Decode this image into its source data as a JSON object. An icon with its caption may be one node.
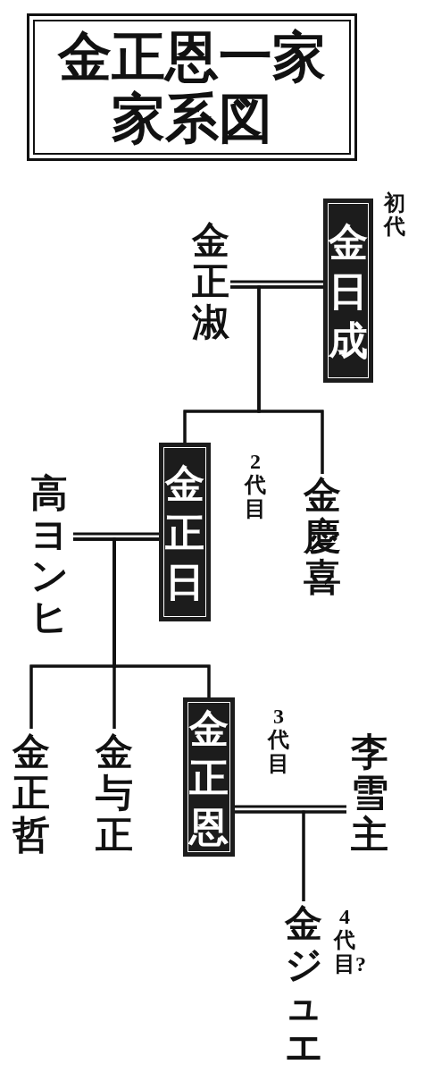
{
  "diagram": {
    "title": "金正恩一家家系図",
    "nodes": [
      {
        "text": [
          "金日成"
        ],
        "beside": [
          "初代"
        ]
      },
      {
        "text": [
          "金正淑"
        ]
      },
      {
        "text": [
          "金正日"
        ],
        "beside": [
          "2代目"
        ]
      },
      {
        "text": [
          "金慶喜"
        ]
      },
      {
        "text": [
          "高ヨンヒ"
        ]
      },
      {
        "text": [
          "金正哲"
        ]
      },
      {
        "text": [
          "金与正"
        ]
      },
      {
        "text": [
          "金正恩"
        ],
        "beside": [
          "3代目"
        ]
      },
      {
        "text": [
          "李雪主"
        ]
      },
      {
        "text": [
          "金ジュエ"
        ],
        "beside": [
          "4代目?"
        ]
      }
    ],
    "edges": [
      {
        "from": 1,
        "to": 0,
        "arrow": "none"
      },
      {
        "from": 0,
        "to": 2,
        "arrow": "none"
      },
      {
        "from": 1,
        "to": 2,
        "arrow": "none"
      },
      {
        "from": 0,
        "to": 3,
        "arrow": "none"
      },
      {
        "from": 1,
        "to": 3,
        "arrow": "none"
      },
      {
        "from": 4,
        "to": 2,
        "arrow": "none"
      },
      {
        "from": 2,
        "to": 5,
        "arrow": "none"
      },
      {
        "from": 4,
        "to": 5,
        "arrow": "none"
      },
      {
        "from": 2,
        "to": 6,
        "arrow": "none"
      },
      {
        "from": 4,
        "to": 6,
        "arrow": "none"
      },
      {
        "from": 2,
        "to": 7,
        "arrow": "none"
      },
      {
        "from": 4,
        "to": 7,
        "arrow": "none"
      },
      {
        "from": 7,
        "to": 8,
        "arrow": "none"
      },
      {
        "from": 7,
        "to": 9,
        "arrow": "none"
      },
      {
        "from": 8,
        "to": 9,
        "arrow": "none"
      }
    ]
  }
}
